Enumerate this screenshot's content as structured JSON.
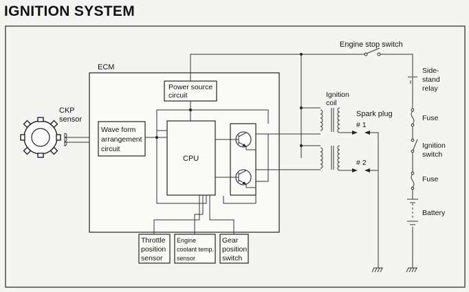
{
  "title": "IGNITION SYSTEM",
  "labels": {
    "ecm": "ECM",
    "ckp_line1": "CKP",
    "ckp_line2": "sensor",
    "power_line1": "Power source",
    "power_line2": "circuit",
    "wave_line1": "Wave form",
    "wave_line2": "arrangement",
    "wave_line3": "circuit",
    "cpu": "CPU",
    "throttle_line1": "Throttle",
    "throttle_line2": "position",
    "throttle_line3": "sensor",
    "coolant_line1": "Engine",
    "coolant_line2": "coolant temp.",
    "coolant_line3": "sensor",
    "gear_line1": "Gear",
    "gear_line2": "position",
    "gear_line3": "switch",
    "engine_stop_switch": "Engine stop switch",
    "ignition_coil_line1": "Ignition",
    "ignition_coil_line2": "coil",
    "spark_plug": "Spark plug",
    "plug1": "# 1",
    "plug2": "# 2",
    "sidestand_line1": "Side-",
    "sidestand_line2": "stand",
    "sidestand_line3": "relay",
    "fuse1": "Fuse",
    "ignition_switch_line1": "Ignition",
    "ignition_switch_line2": "switch",
    "fuse2": "Fuse",
    "battery": "Battery"
  },
  "colors": {
    "ink": "#222222",
    "paper": "#f4f4f2"
  }
}
